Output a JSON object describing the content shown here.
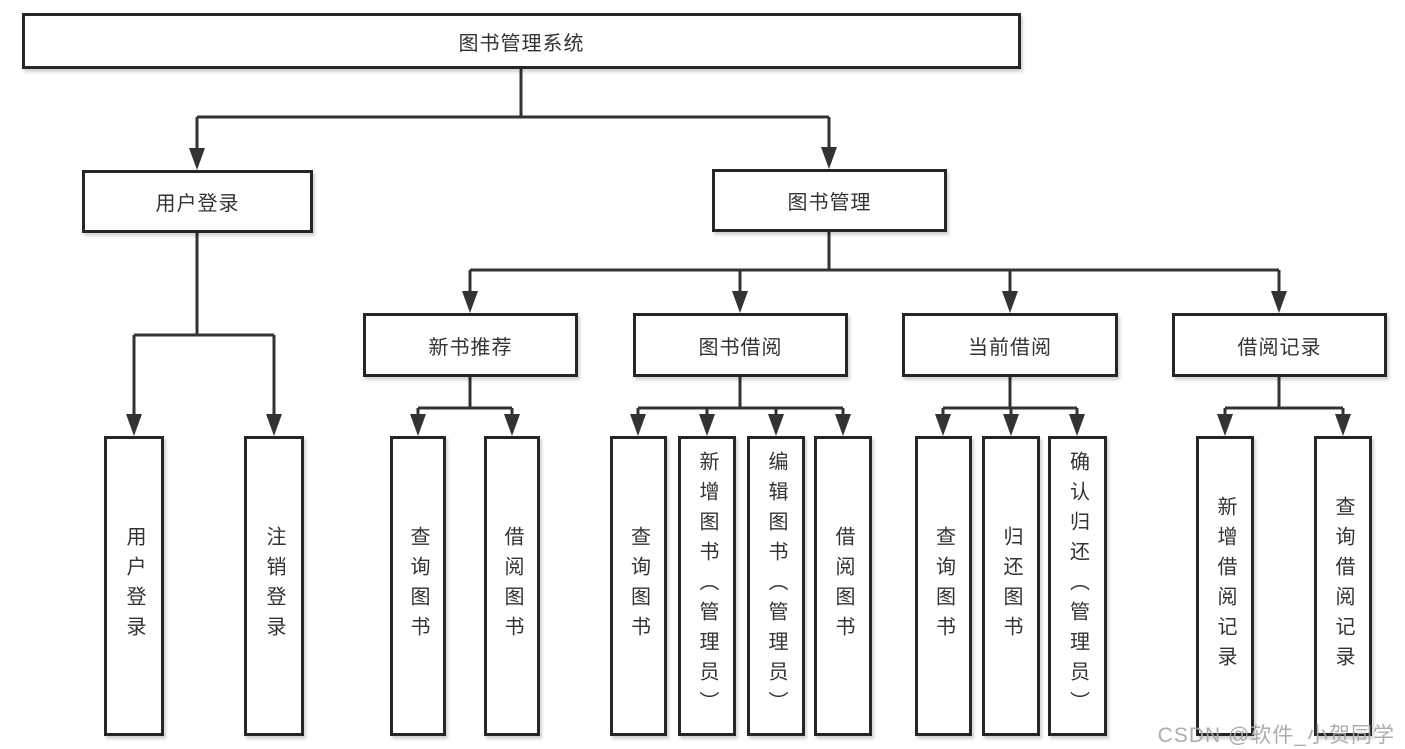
{
  "diagram": {
    "watermark": "CSDN @软件_小贺同学",
    "colors": {
      "line": "#333333",
      "border": "#262626",
      "fill": "#ffffff",
      "text": "#333333",
      "watermark": "#a9a5a9"
    },
    "tree": {
      "label": "图书管理系统",
      "children": [
        {
          "label": "用户登录",
          "children": [
            {
              "label": "用户登录"
            },
            {
              "label": "注销登录"
            }
          ]
        },
        {
          "label": "图书管理",
          "children": [
            {
              "label": "新书推荐",
              "children": [
                {
                  "label": "查询图书"
                },
                {
                  "label": "借阅图书"
                }
              ]
            },
            {
              "label": "图书借阅",
              "children": [
                {
                  "label": "查询图书"
                },
                {
                  "label": "新增图书（管理员）"
                },
                {
                  "label": "编辑图书（管理员）"
                },
                {
                  "label": "借阅图书"
                }
              ]
            },
            {
              "label": "当前借阅",
              "children": [
                {
                  "label": "查询图书"
                },
                {
                  "label": "归还图书"
                },
                {
                  "label": "确认归还（管理员）"
                }
              ]
            },
            {
              "label": "借阅记录",
              "children": [
                {
                  "label": "新增借阅记录"
                },
                {
                  "label": "查询借阅记录"
                }
              ]
            }
          ]
        }
      ]
    }
  }
}
